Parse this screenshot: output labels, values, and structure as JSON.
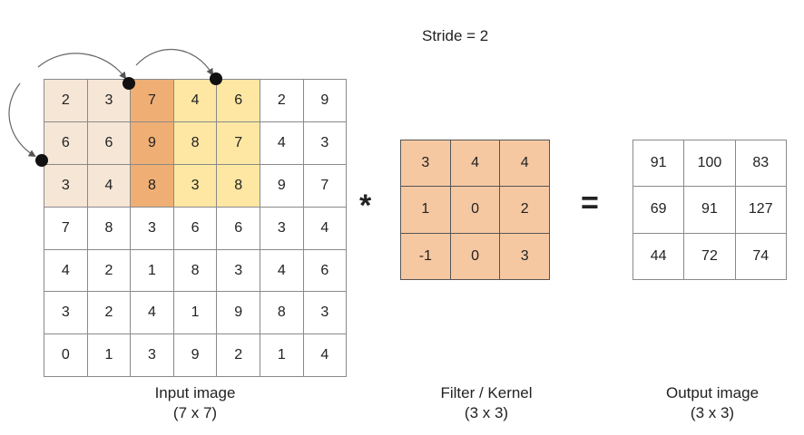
{
  "stride_label": "Stride = 2",
  "operators": {
    "multiply": "*",
    "equals": "="
  },
  "input": {
    "caption_line1": "Input image",
    "caption_line2": "(7 x 7)",
    "rows": [
      [
        "2",
        "3",
        "7",
        "4",
        "6",
        "2",
        "9"
      ],
      [
        "6",
        "6",
        "9",
        "8",
        "7",
        "4",
        "3"
      ],
      [
        "3",
        "4",
        "8",
        "3",
        "8",
        "9",
        "7"
      ],
      [
        "7",
        "8",
        "3",
        "6",
        "6",
        "3",
        "4"
      ],
      [
        "4",
        "2",
        "1",
        "8",
        "3",
        "4",
        "6"
      ],
      [
        "3",
        "2",
        "4",
        "1",
        "9",
        "8",
        "3"
      ],
      [
        "0",
        "1",
        "3",
        "9",
        "2",
        "1",
        "4"
      ]
    ]
  },
  "filter": {
    "caption_line1": "Filter / Kernel",
    "caption_line2": "(3 x 3)",
    "rows": [
      [
        "3",
        "4",
        "4"
      ],
      [
        "1",
        "0",
        "2"
      ],
      [
        "-1",
        "0",
        "3"
      ]
    ]
  },
  "output": {
    "caption_line1": "Output image",
    "caption_line2": "(3 x 3)",
    "rows": [
      [
        "91",
        "100",
        "83"
      ],
      [
        "69",
        "91",
        "127"
      ],
      [
        "44",
        "72",
        "74"
      ]
    ]
  },
  "colors": {
    "window_light": "#f6e6d6",
    "window_overlap": "#efaf74",
    "window_next": "#fde7a2",
    "filter_fill": "#f6c8a2"
  }
}
